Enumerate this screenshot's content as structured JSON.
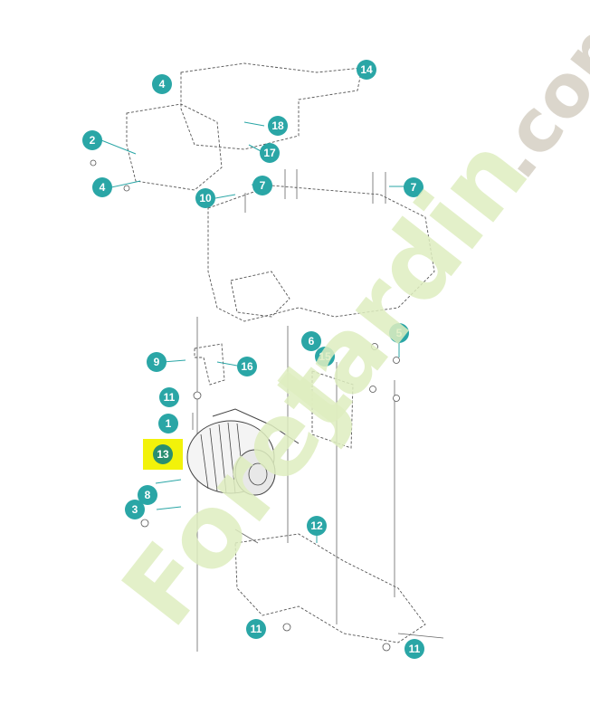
{
  "diagram": {
    "callout_color": "#2aa6a6",
    "highlight_color": "#f2f20a",
    "highlighted_part": "13",
    "watermark": {
      "text": "ForetJardin.com",
      "colors": {
        "letters": "#dfeec0",
        "dot_com": "#d5cfc4"
      }
    },
    "callouts": [
      {
        "id": "4a",
        "label": "4"
      },
      {
        "id": "2",
        "label": "2"
      },
      {
        "id": "4b",
        "label": "4"
      },
      {
        "id": "14",
        "label": "14"
      },
      {
        "id": "18",
        "label": "18"
      },
      {
        "id": "17",
        "label": "17"
      },
      {
        "id": "10",
        "label": "10"
      },
      {
        "id": "7a",
        "label": "7"
      },
      {
        "id": "7b",
        "label": "7"
      },
      {
        "id": "6",
        "label": "6"
      },
      {
        "id": "5",
        "label": "5"
      },
      {
        "id": "15",
        "label": "15"
      },
      {
        "id": "9",
        "label": "9"
      },
      {
        "id": "16",
        "label": "16"
      },
      {
        "id": "11a",
        "label": "11"
      },
      {
        "id": "1",
        "label": "1"
      },
      {
        "id": "13",
        "label": "13"
      },
      {
        "id": "8",
        "label": "8"
      },
      {
        "id": "3",
        "label": "3"
      },
      {
        "id": "12",
        "label": "12"
      },
      {
        "id": "11b",
        "label": "11"
      },
      {
        "id": "11c",
        "label": "11"
      }
    ]
  }
}
